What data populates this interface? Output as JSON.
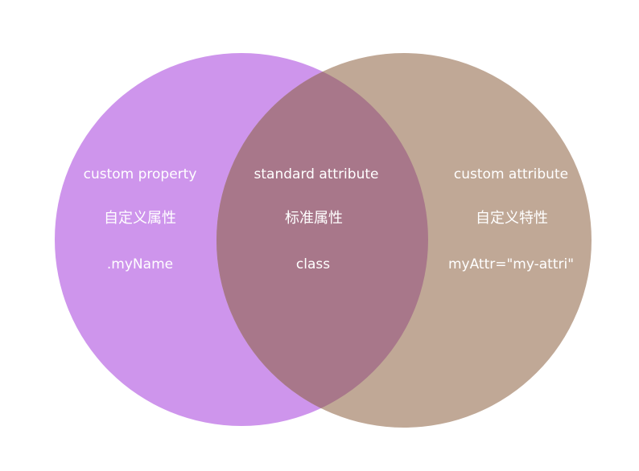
{
  "diagram": {
    "type": "venn",
    "colors": {
      "left": "#CE95EC",
      "right": "#C0A896",
      "overlap": "#A8778A",
      "text": "#FFFFFF",
      "background": "#FFFFFF"
    },
    "left": {
      "title": "custom property",
      "title_cn": "自定义属性",
      "example": ".myName"
    },
    "center": {
      "title": "standard attribute",
      "title_cn": "标准属性",
      "example": "class"
    },
    "right": {
      "title": "custom attribute",
      "title_cn": "自定义特性",
      "example": "myAttr=\"my-attri\""
    }
  }
}
